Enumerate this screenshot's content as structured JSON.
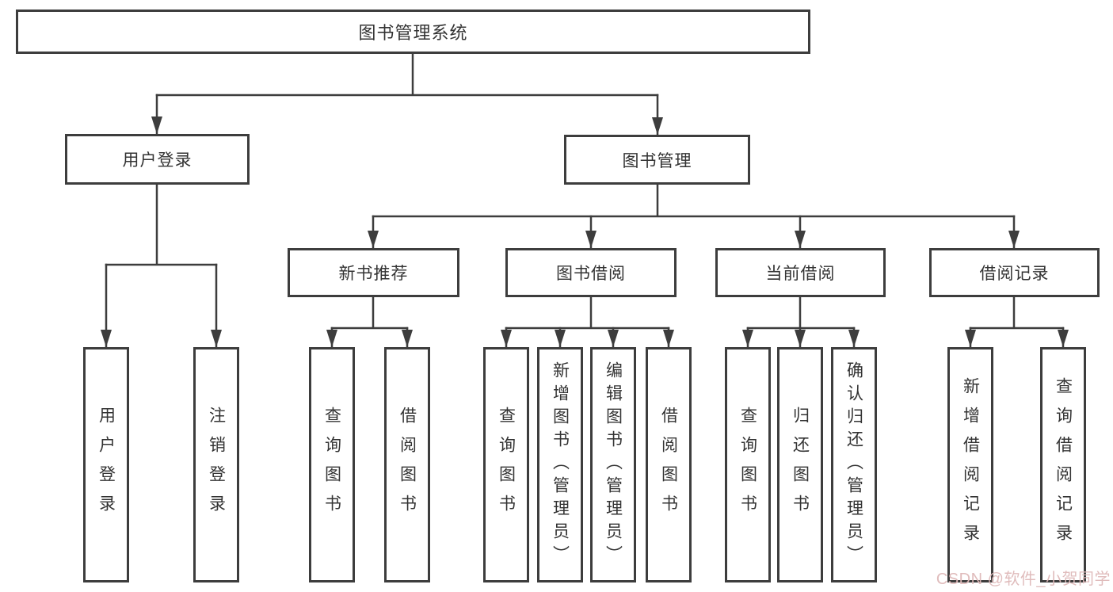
{
  "diagram": {
    "root_label": "图书管理系统",
    "branches": [
      {
        "label": "用户登录",
        "leaves": [
          "用户登录",
          "注销登录"
        ]
      },
      {
        "label": "图书管理",
        "groups": [
          {
            "label": "新书推荐",
            "leaves": [
              "查询图书",
              "借阅图书"
            ]
          },
          {
            "label": "图书借阅",
            "leaves": [
              "查询图书",
              "新增图书（管理员）",
              "编辑图书（管理员）",
              "借阅图书"
            ]
          },
          {
            "label": "当前借阅",
            "leaves": [
              "查询图书",
              "归还图书",
              "确认归还（管理员）"
            ]
          },
          {
            "label": "借阅记录",
            "leaves": [
              "新增借阅记录",
              "查询借阅记录"
            ]
          }
        ]
      }
    ]
  },
  "watermark": {
    "text": "CSDN @软件_小贺同学",
    "color": "#deb8b8"
  },
  "colors": {
    "line": "#3d3d3d",
    "box_border": "#3d3d3d",
    "text": "#333333",
    "background": "#ffffff"
  }
}
